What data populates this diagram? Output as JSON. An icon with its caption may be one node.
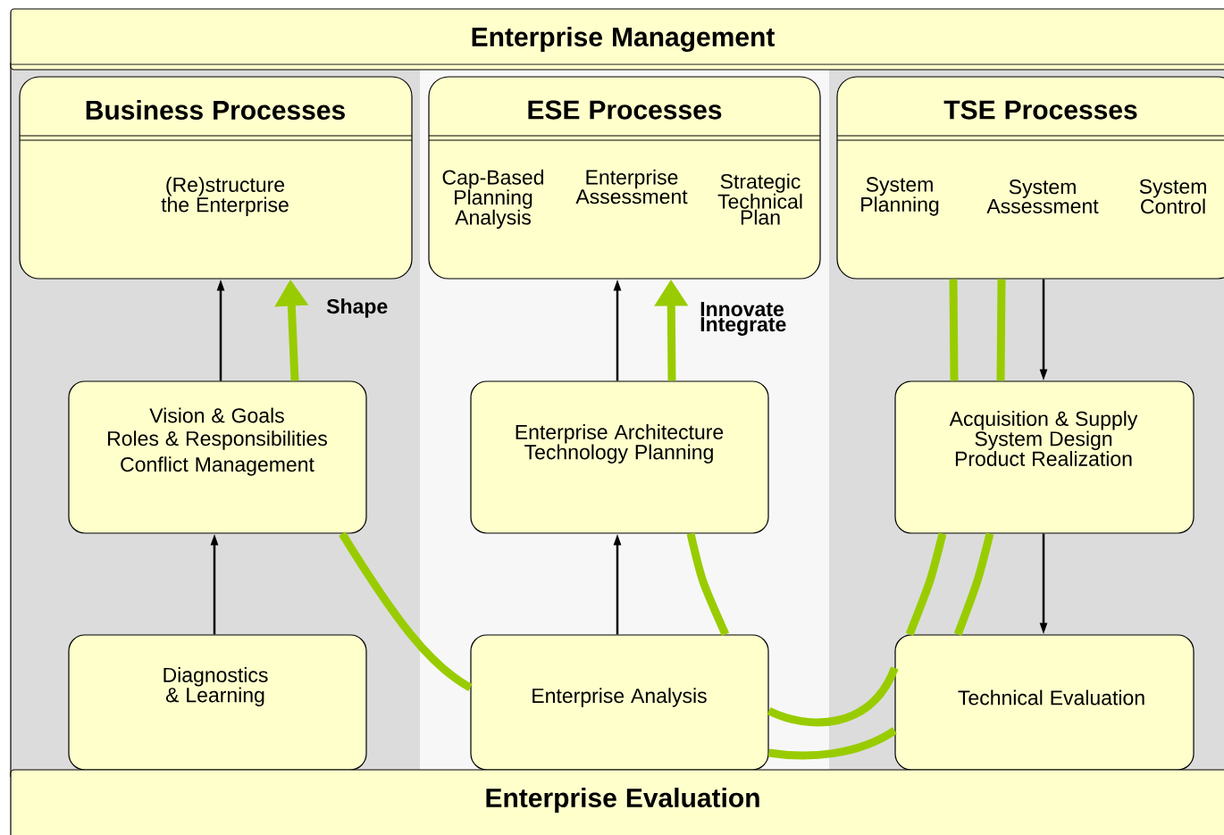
{
  "diagram": {
    "nodes": [
      {
        "text": [
          "Enterprise Management"
        ]
      },
      {
        "text": [
          "Business Processes",
          "(Re)structure the Enterprise"
        ]
      },
      {
        "text": [
          "ESE Processes",
          "Cap-Based Planning Analysis",
          "Enterprise Assessment",
          "Strategic Technical Plan"
        ]
      },
      {
        "text": [
          "TSE Processes",
          "System Planning",
          "System Assessment",
          "System Control"
        ]
      },
      {
        "text": [
          "Vision & Goals",
          "Roles & Responsibilities",
          "Conflict Management"
        ]
      },
      {
        "text": [
          "Enterprise Architecture Technology Planning"
        ]
      },
      {
        "text": [
          "Acquisition & Supply System Design Product Realization"
        ]
      },
      {
        "text": [
          "Diagnostics & Learning"
        ]
      },
      {
        "text": [
          "Enterprise Analysis"
        ]
      },
      {
        "text": [
          "Technical Evaluation"
        ]
      },
      {
        "text": [
          "Enterprise Evaluation"
        ]
      }
    ],
    "edges": [
      {
        "from": 4,
        "to": 1,
        "arrow": "to",
        "color": "#000000"
      },
      {
        "from": 4,
        "to": 1,
        "arrow": "to",
        "label": "Shape",
        "color": "#99cc00"
      },
      {
        "from": 7,
        "to": 4,
        "arrow": "to",
        "color": "#000000"
      },
      {
        "from": 5,
        "to": 2,
        "arrow": "to",
        "color": "#000000"
      },
      {
        "from": 5,
        "to": 2,
        "arrow": "to",
        "label": "Innovate Integrate",
        "color": "#99cc00"
      },
      {
        "from": 8,
        "to": 5,
        "arrow": "to",
        "color": "#000000"
      },
      {
        "from": 3,
        "to": 6,
        "arrow": "to",
        "color": "#000000"
      },
      {
        "from": 6,
        "to": 9,
        "arrow": "to",
        "color": "#000000"
      },
      {
        "from": 4,
        "to": 8,
        "arrow": "none",
        "color": "#99cc00"
      },
      {
        "from": 5,
        "to": 8,
        "arrow": "none",
        "color": "#99cc00"
      },
      {
        "from": 3,
        "to": 6,
        "arrow": "none",
        "color": "#99cc00"
      },
      {
        "from": 3,
        "to": 6,
        "arrow": "none",
        "color": "#99cc00"
      },
      {
        "from": 6,
        "to": 9,
        "arrow": "none",
        "color": "#99cc00"
      },
      {
        "from": 6,
        "to": 9,
        "arrow": "none",
        "color": "#99cc00"
      },
      {
        "from": 9,
        "to": 8,
        "arrow": "none",
        "color": "#99cc00"
      },
      {
        "from": 9,
        "to": 8,
        "arrow": "none",
        "color": "#99cc00"
      }
    ]
  }
}
